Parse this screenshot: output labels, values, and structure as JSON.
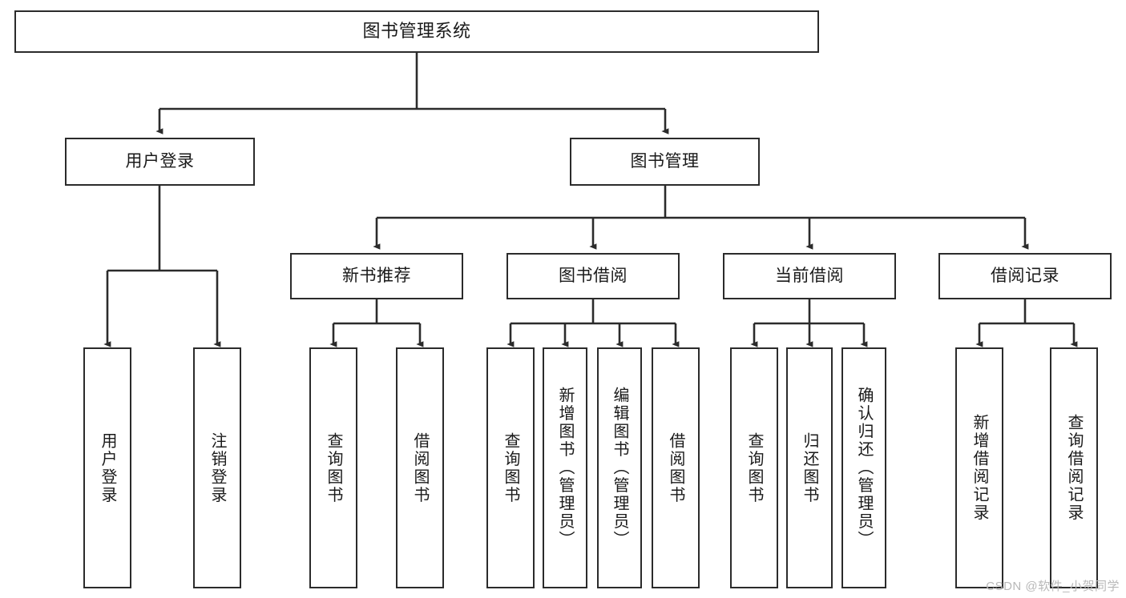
{
  "diagram": {
    "title": "图书管理系统",
    "type": "tree-hierarchy",
    "watermark": "CSDN @软件_小贺同学",
    "colors": {
      "stroke": "#2b2b2b",
      "fill": "#ffffff",
      "watermark": "#b8b8b8"
    },
    "levels": {
      "root": {
        "label": "图书管理系统"
      },
      "level2": [
        {
          "id": "user-login",
          "label": "用户登录"
        },
        {
          "id": "book-manage",
          "label": "图书管理"
        }
      ],
      "level3": [
        {
          "id": "new-book-rec",
          "label": "新书推荐"
        },
        {
          "id": "book-borrow",
          "label": "图书借阅"
        },
        {
          "id": "current-borrow",
          "label": "当前借阅"
        },
        {
          "id": "borrow-record",
          "label": "借阅记录"
        }
      ],
      "leaves": [
        {
          "id": "leaf-user-login",
          "label": "用户登录",
          "parent": "user-login"
        },
        {
          "id": "leaf-logout",
          "label": "注销登录",
          "parent": "user-login"
        },
        {
          "id": "leaf-query-book-1",
          "label": "查询图书",
          "parent": "new-book-rec"
        },
        {
          "id": "leaf-borrow-book-1",
          "label": "借阅图书",
          "parent": "new-book-rec"
        },
        {
          "id": "leaf-query-book-2",
          "label": "查询图书",
          "parent": "book-borrow"
        },
        {
          "id": "leaf-add-book",
          "label": "新增图书（管理员）",
          "parent": "book-borrow"
        },
        {
          "id": "leaf-edit-book",
          "label": "编辑图书（管理员）",
          "parent": "book-borrow"
        },
        {
          "id": "leaf-borrow-book-2",
          "label": "借阅图书",
          "parent": "book-borrow"
        },
        {
          "id": "leaf-query-book-3",
          "label": "查询图书",
          "parent": "current-borrow"
        },
        {
          "id": "leaf-return-book",
          "label": "归还图书",
          "parent": "current-borrow"
        },
        {
          "id": "leaf-confirm-return",
          "label": "确认归还（管理员）",
          "parent": "current-borrow"
        },
        {
          "id": "leaf-add-record",
          "label": "新增借阅记录",
          "parent": "borrow-record"
        },
        {
          "id": "leaf-query-record",
          "label": "查询借阅记录",
          "parent": "borrow-record"
        }
      ]
    }
  }
}
